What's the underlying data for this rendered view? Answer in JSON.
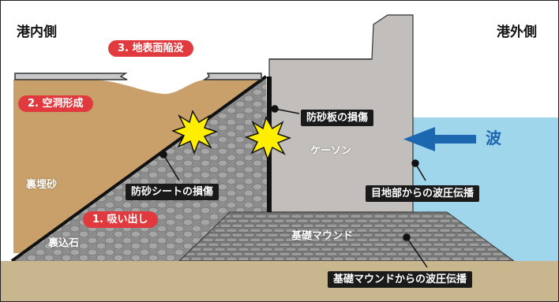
{
  "labels": {
    "harbor_side": "港内側",
    "sea_side": "港外側",
    "wave": "波",
    "caisson": "ケーソン",
    "backfill_sand": "裏埋砂",
    "backfill_stone": "裏込石",
    "foundation_mound": "基礎マウンド"
  },
  "steps": {
    "suction": "1. 吸い出し",
    "cavity": "2. 空洞形成",
    "subsidence": "3. 地表面陥没"
  },
  "callouts": {
    "sand_sheet_damage": "防砂シートの損傷",
    "sand_plate_damage": "防砂板の損傷",
    "joint_pressure": "目地部からの波圧伝播",
    "mound_pressure": "基礎マウンドからの波圧伝播"
  },
  "colors": {
    "sand": "#c9a06a",
    "ground": "#c8b68e",
    "sea": "#9fd6ec",
    "wave_arrow": "#1d67b1",
    "caisson": "#c2bebb",
    "stone": "#8f8f8f",
    "mound": "#8a8a8a",
    "step_tag": "#e03a3e",
    "callout_tag": "#1a1a1a",
    "burst": "#ffee00"
  },
  "icons": [
    "damage-burst-icon",
    "wave-arrow-icon",
    "leader-dot-icon"
  ]
}
